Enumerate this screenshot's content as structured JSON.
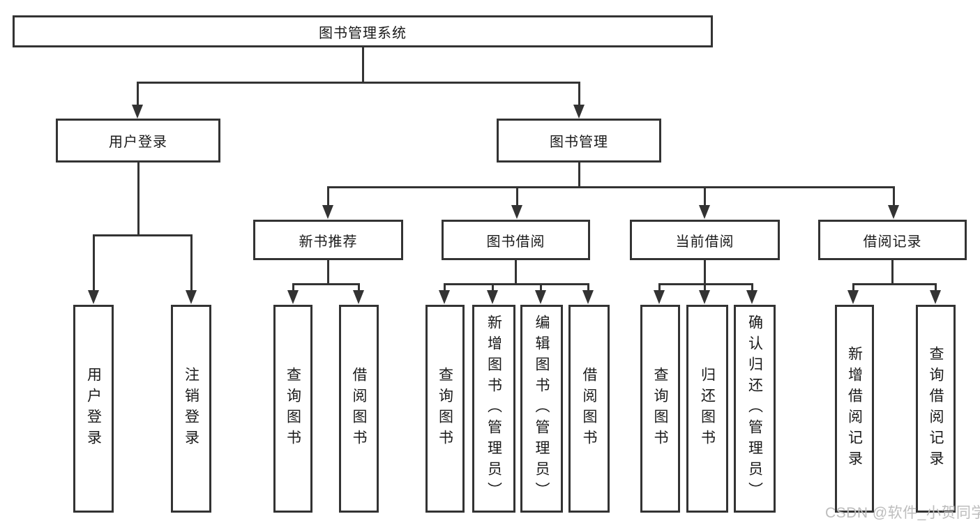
{
  "diagram": {
    "root": {
      "label": "图书管理系统"
    },
    "level2": [
      {
        "label": "用户登录"
      },
      {
        "label": "图书管理"
      }
    ],
    "level3": [
      {
        "label": "新书推荐"
      },
      {
        "label": "图书借阅"
      },
      {
        "label": "当前借阅"
      },
      {
        "label": "借阅记录"
      }
    ],
    "leaves": {
      "user_login": [
        "用户登录",
        "注销登录"
      ],
      "new_book_recommend": [
        "查询图书",
        "借阅图书"
      ],
      "book_borrow": [
        "查询图书",
        "新增图书（管理员）",
        "编辑图书（管理员）",
        "借阅图书"
      ],
      "current_borrow": [
        "查询图书",
        "归还图书",
        "确认归还（管理员）"
      ],
      "borrow_record": [
        "新增借阅记录",
        "查询借阅记录"
      ]
    },
    "watermark": "CSDN @软件_小贺同学",
    "colors": {
      "line": "#333333",
      "text": "#1a1a1a",
      "watermark": "#bdbdbd",
      "background": "#ffffff"
    }
  }
}
